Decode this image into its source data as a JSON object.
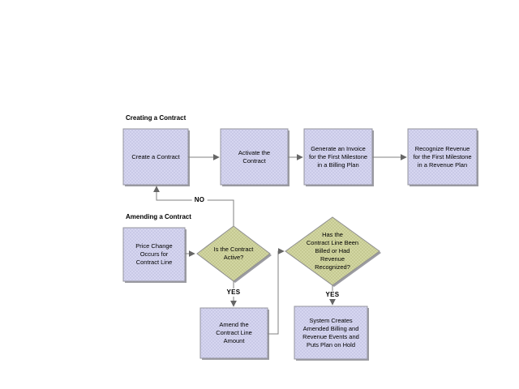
{
  "diagram": {
    "type": "flowchart",
    "sections": [
      {
        "title": "Creating a Contract"
      },
      {
        "title": "Amending a Contract"
      }
    ],
    "nodes": [
      {
        "id": "create-contract",
        "type": "process",
        "label": "Create a Contract"
      },
      {
        "id": "activate-contract",
        "type": "process",
        "label": "Activate the\nContract"
      },
      {
        "id": "generate-invoice",
        "type": "process",
        "label": "Generate an Invoice\nfor the First Milestone\nin a Billing Plan"
      },
      {
        "id": "recognize-revenue",
        "type": "process",
        "label": "Recognize Revenue\nfor the First Milestone\nin a Revenue Plan"
      },
      {
        "id": "price-change",
        "type": "process",
        "label": "Price Change\nOccurs for\nContract Line"
      },
      {
        "id": "contract-active",
        "type": "decision",
        "label": "Is the Contract\nActive?"
      },
      {
        "id": "line-billed",
        "type": "decision",
        "label": "Has the\nContract Line Been\nBilled or Had\nRevenue\nRecognized?"
      },
      {
        "id": "amend-line",
        "type": "process",
        "label": "Amend the\nContract Line\nAmount"
      },
      {
        "id": "system-creates",
        "type": "process",
        "label": "System Creates\nAmended Billing and\nRevenue Events and\nPuts Plan on Hold"
      }
    ],
    "edges": [
      {
        "from": "create-contract",
        "to": "activate-contract"
      },
      {
        "from": "activate-contract",
        "to": "generate-invoice"
      },
      {
        "from": "generate-invoice",
        "to": "recognize-revenue"
      },
      {
        "from": "price-change",
        "to": "contract-active"
      },
      {
        "from": "contract-active",
        "to": "create-contract",
        "label": "NO"
      },
      {
        "from": "contract-active",
        "to": "amend-line",
        "label": "YES"
      },
      {
        "from": "amend-line",
        "to": "line-billed"
      },
      {
        "from": "line-billed",
        "to": "system-creates",
        "label": "YES"
      }
    ],
    "colors": {
      "process_fill": "#c9c9e7",
      "process_fill_dot": "#d6d6f0",
      "decision_fill": "#c5c992",
      "decision_fill_dot": "#d2d6a2",
      "border": "#94949e",
      "shadow": "#9c9ca2",
      "connector": "#808080",
      "arrowhead": "#666666",
      "background": "#ffffff",
      "text": "#000000"
    }
  }
}
